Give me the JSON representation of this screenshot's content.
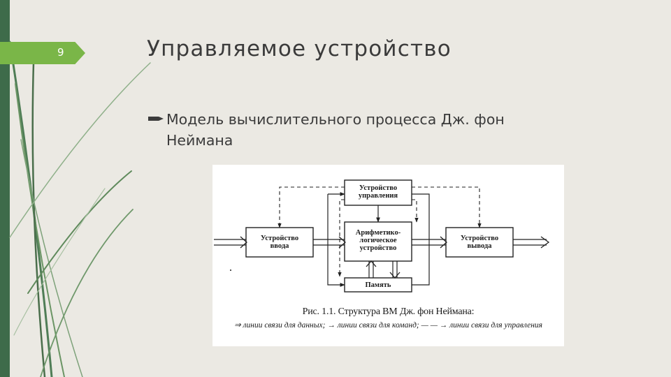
{
  "slide": {
    "number": "9",
    "title": "Управляемое устройство",
    "bullet": "Модель вычислительного процесса Дж. фон Неймана"
  },
  "figure": {
    "boxes": {
      "control_unit": "Устройство\nуправления",
      "input_device": "Устройство\nввода",
      "alu": "Арифметико-\nлогическое\nустройство",
      "output_device": "Устройство\nвывода",
      "memory": "Память"
    },
    "caption": "Рис. 1.1. Структура ВМ Дж. фон Неймана:",
    "legend": "⇒ линии связи для данных; → линии связи для команд; — — → линии связи для управления"
  },
  "colors": {
    "background": "#ebe9e3",
    "accent": "#7ab648",
    "left_bar": "#3e6b4a",
    "text": "#3b3b3b"
  }
}
